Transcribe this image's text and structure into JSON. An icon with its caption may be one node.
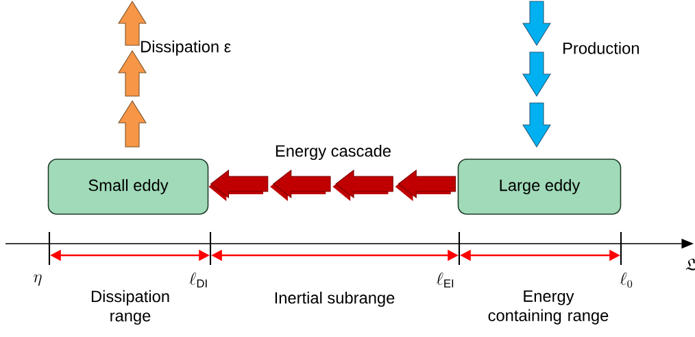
{
  "diagram": {
    "nodes": [
      {
        "text": [
          "Small eddy"
        ]
      },
      {
        "text": [
          "Large eddy"
        ]
      }
    ],
    "edges": [
      {
        "from": 1,
        "to": 0,
        "arrow": "to",
        "label": "Energy cascade"
      }
    ],
    "labels": [
      "Dissipation ε",
      "Production",
      "\\eta",
      "\\ell_{\\mathrm{DI}}",
      "\\ell_{\\mathrm{EI}}",
      "\\ell_{0}",
      "\\mathfrak{L}",
      "Dissipation range",
      "Inertial subrange",
      "Energy containing range"
    ]
  }
}
